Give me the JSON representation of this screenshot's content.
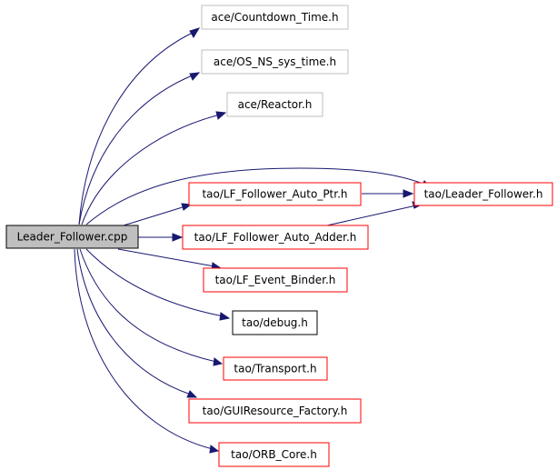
{
  "graph": {
    "nodes": [
      {
        "id": "leader_follower_cpp",
        "label": "Leader_Follower.cpp",
        "style": "root"
      },
      {
        "id": "countdown_time",
        "label": "ace/Countdown_Time.h",
        "style": "gray"
      },
      {
        "id": "os_ns_sys_time",
        "label": "ace/OS_NS_sys_time.h",
        "style": "gray"
      },
      {
        "id": "reactor",
        "label": "ace/Reactor.h",
        "style": "gray"
      },
      {
        "id": "lf_follower_auto_ptr",
        "label": "tao/LF_Follower_Auto_Ptr.h",
        "style": "red"
      },
      {
        "id": "leader_follower_h",
        "label": "tao/Leader_Follower.h",
        "style": "red"
      },
      {
        "id": "lf_follower_auto_adder",
        "label": "tao/LF_Follower_Auto_Adder.h",
        "style": "red"
      },
      {
        "id": "lf_event_binder",
        "label": "tao/LF_Event_Binder.h",
        "style": "red"
      },
      {
        "id": "debug",
        "label": "tao/debug.h",
        "style": "black"
      },
      {
        "id": "transport",
        "label": "tao/Transport.h",
        "style": "red"
      },
      {
        "id": "guiresource_factory",
        "label": "tao/GUIResource_Factory.h",
        "style": "red"
      },
      {
        "id": "orb_core",
        "label": "tao/ORB_Core.h",
        "style": "red"
      }
    ],
    "colors": {
      "edge": "#191970",
      "root_fill": "#bfbfbf",
      "gray_border": "#bfbfbf",
      "red_border": "#ff0000",
      "black_border": "#000000"
    }
  }
}
